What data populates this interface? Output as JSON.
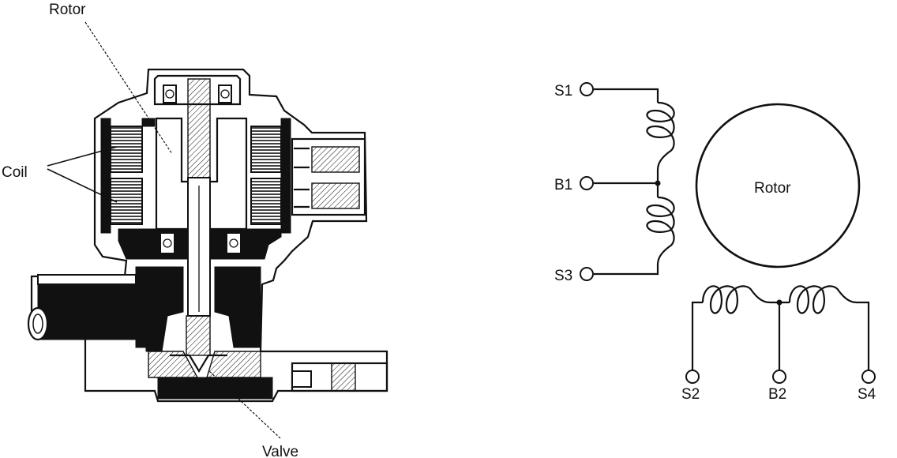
{
  "cutaway": {
    "label_rotor": "Rotor",
    "label_coil": "Coil",
    "label_valve": "Valve"
  },
  "schematic": {
    "rotor_label": "Rotor",
    "terminals": {
      "s1": "S1",
      "b1": "B1",
      "s3": "S3",
      "s2": "S2",
      "b2": "B2",
      "s4": "S4"
    }
  },
  "colors": {
    "ink": "#111111",
    "background": "#ffffff"
  }
}
